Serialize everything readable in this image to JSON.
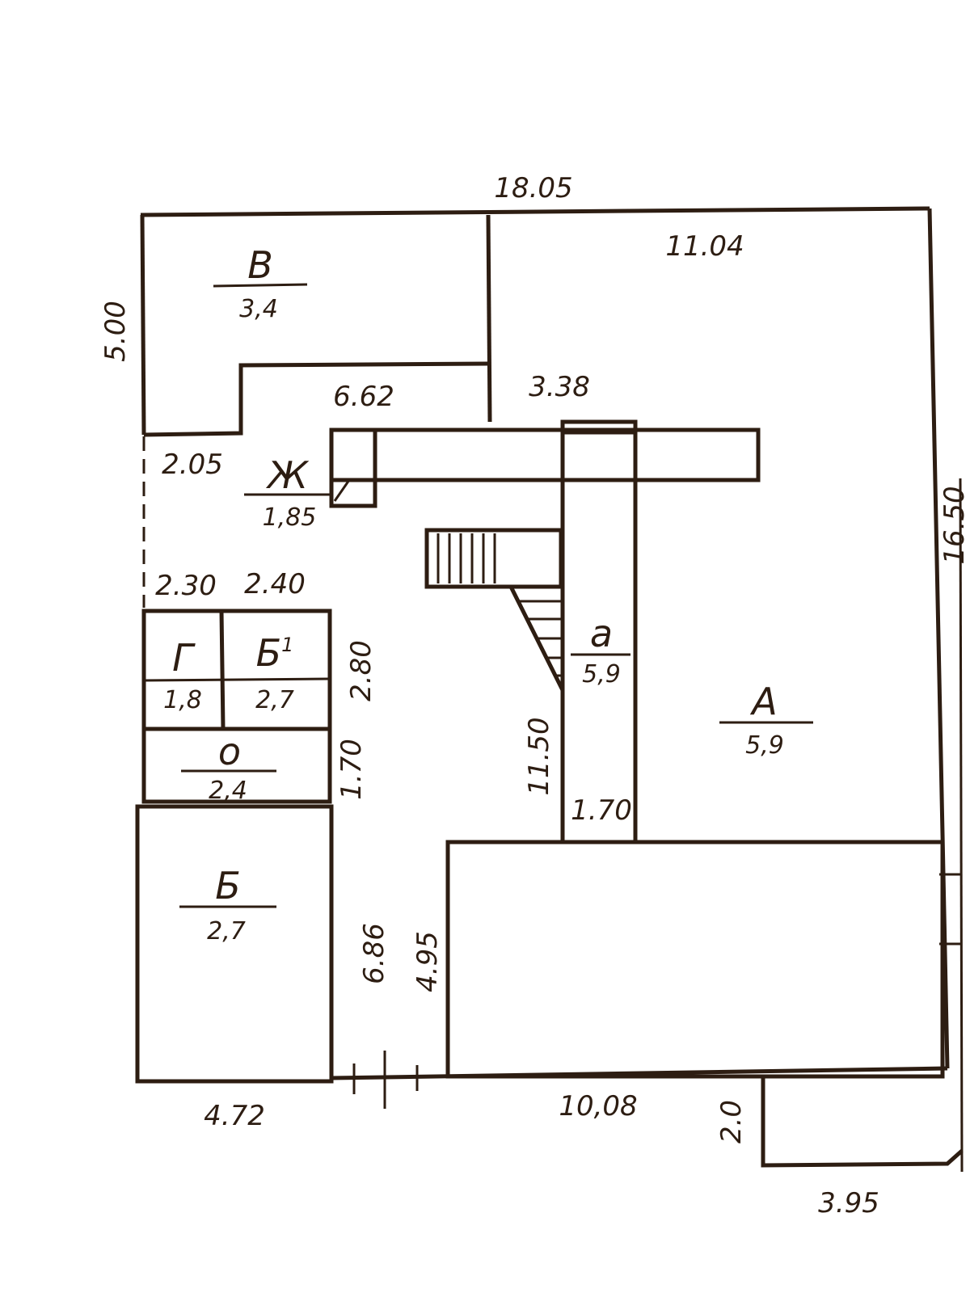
{
  "colors": {
    "ink": "#2d1d12",
    "paper": "#ffffff"
  },
  "dimensions": {
    "top_total": "18.05",
    "a_width": "11.04",
    "v_height": "5.00",
    "corridor_top": "6.62",
    "mid_top": "3.38",
    "left_gap": "2.05",
    "g_width": "2.30",
    "b1_width": "2.40",
    "b1_height": "2.80",
    "small_height": "1.70",
    "stair_length": "11.50",
    "stair_width": "1.70",
    "b_height": "6.86",
    "low_block_height": "4.95",
    "right_side": "16.50",
    "bottom_left": "4.72",
    "bottom_mid": "10,08",
    "porch_height": "2.0",
    "porch_width": "3.95"
  },
  "rooms": {
    "v": {
      "letter": "В",
      "area": "3,4"
    },
    "zh": {
      "letter": "Ж",
      "area": "1,85"
    },
    "g": {
      "letter": "Г",
      "area": "1,8"
    },
    "b1": {
      "letter": "Б",
      "superscript": "1",
      "area": "2,7"
    },
    "o": {
      "letter": "о",
      "area": "2,4"
    },
    "b": {
      "letter": "Б",
      "area": "2,7"
    },
    "a_small": {
      "letter": "а",
      "area": "5,9"
    },
    "a_big": {
      "letter": "А",
      "area": "5,9"
    }
  }
}
